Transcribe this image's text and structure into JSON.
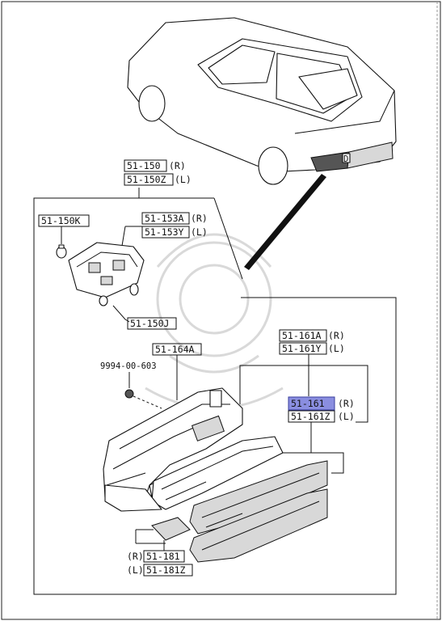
{
  "labels": {
    "lamp_assy_r": "51-150",
    "lamp_assy_r_side": "(R)",
    "lamp_assy_l": "51-150Z",
    "lamp_assy_l_side": "(L)",
    "bulb": "51-150K",
    "socket_r": "51-153A",
    "socket_r_side": "(R)",
    "socket_l": "51-153Y",
    "socket_l_side": "(L)",
    "wire": "51-150J",
    "body": "51-164A",
    "nut": "9994-00-603",
    "lens_set_r": "51-161A",
    "lens_set_r_side": "(R)",
    "lens_set_l": "51-161Y",
    "lens_set_l_side": "(L)",
    "lens_r": "51-161",
    "lens_r_side": "(R)",
    "lens_l": "51-161Z",
    "lens_l_side": "(L)",
    "gasket_r": "51-181",
    "gasket_r_side": "(R)",
    "gasket_l": "51-181Z",
    "gasket_l_side": "(L)"
  },
  "highlight": {
    "part": "51-161",
    "color": "#8a8ee0"
  },
  "car_badge": "D"
}
